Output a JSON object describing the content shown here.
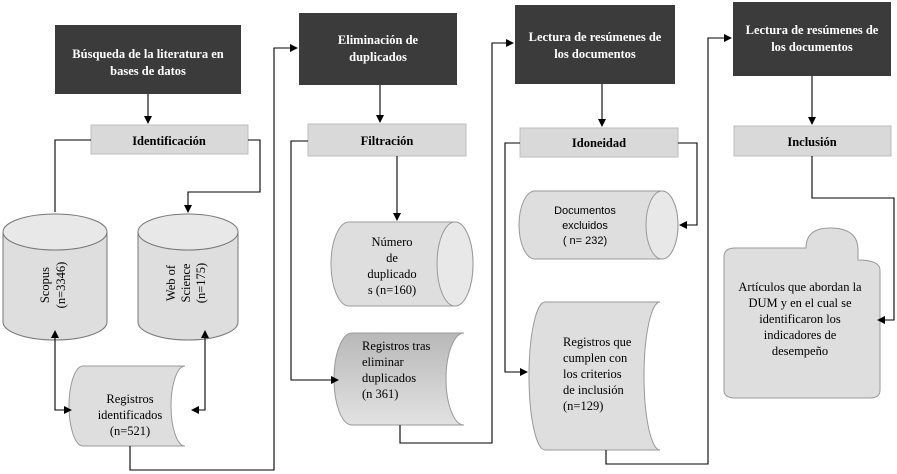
{
  "stages": [
    {
      "title_lines": [
        "Búsqueda de la literatura en",
        "bases de datos"
      ],
      "label": "Identificación"
    },
    {
      "title_lines": [
        "Eliminación de",
        "duplicados"
      ],
      "label": "Filtración"
    },
    {
      "title_lines": [
        "Lectura de resúmenes de",
        "los documentos"
      ],
      "label": "Idoneidad"
    },
    {
      "title_lines": [
        "Lectura de resúmenes de",
        "los documentos"
      ],
      "label": "Inclusión"
    }
  ],
  "databases": {
    "scopus": {
      "lines": [
        "Scopus",
        "(n=3346)"
      ]
    },
    "wos": {
      "lines": [
        "Web of",
        "Science",
        "(n=175)"
      ]
    }
  },
  "records": {
    "identified": {
      "lines": [
        "Registros",
        "identificados",
        "(n=521)"
      ]
    },
    "duplicates": {
      "lines": [
        "Número",
        "de",
        "duplicado",
        "s (n=160)"
      ]
    },
    "after_dedup": {
      "lines": [
        "Registros tras",
        "eliminar",
        "duplicados",
        "(n 361)"
      ]
    },
    "excluded": {
      "lines": [
        "Documentos",
        "excluidos",
        "( n=  232)"
      ]
    },
    "criteria": {
      "lines": [
        "Registros que",
        "cumplen con",
        "los criterios",
        "de inclusión",
        "(n=129)"
      ]
    },
    "included": {
      "lines": [
        "Artículos que abordan la",
        "DUM y en el cual se",
        "identificaron los",
        "indicadores de",
        "desempeño"
      ]
    }
  },
  "colors": {
    "dark_box": "#3b3b3b",
    "grey_box": "#d9d9d9",
    "shape_fill": "#dedede",
    "shape_fill_dark": "#c8c8c8"
  }
}
